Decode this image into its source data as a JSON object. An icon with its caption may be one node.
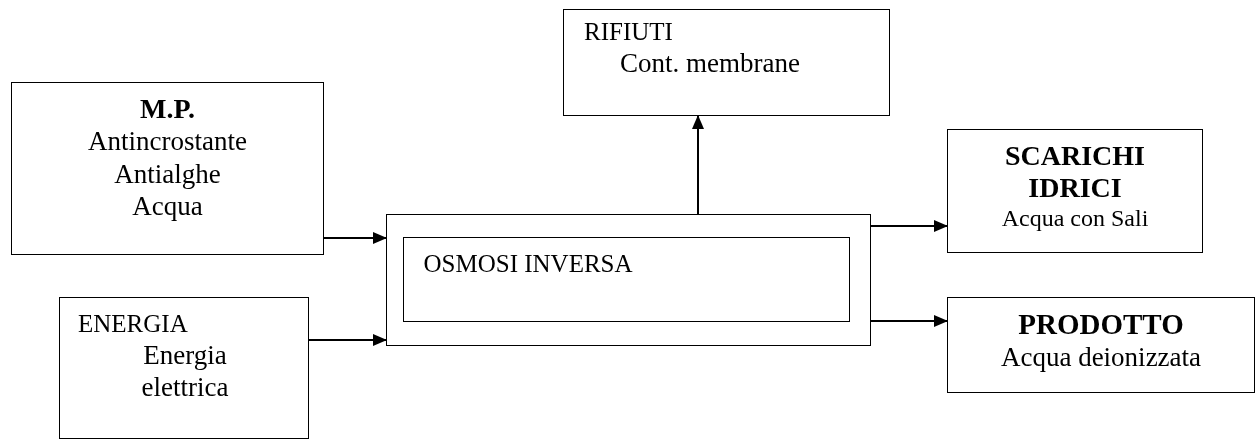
{
  "diagram": {
    "nodes": [
      {
        "text": [
          "M.P.",
          "Antincrostante Antialghe Acqua"
        ]
      },
      {
        "text": [
          "ENERGIA",
          "Energia elettrica"
        ]
      },
      {
        "text": [],
        "shape": "box"
      },
      {
        "text": [
          "OSMOSI INVERSA"
        ],
        "in": 2
      },
      {
        "text": [
          "RIFIUTI",
          "Cont. membrane"
        ]
      },
      {
        "text": [
          "SCARICHI IDRICI",
          "Acqua con Sali"
        ]
      },
      {
        "text": [
          "PRODOTTO",
          "Acqua deionizzata"
        ]
      }
    ],
    "edges": [
      {
        "from": 0,
        "to": 2,
        "arrow": "to"
      },
      {
        "from": 1,
        "to": 2,
        "arrow": "to"
      },
      {
        "from": 2,
        "to": 4,
        "arrow": "to"
      },
      {
        "from": 2,
        "to": 5,
        "arrow": "to"
      },
      {
        "from": 2,
        "to": 6,
        "arrow": "to"
      }
    ]
  }
}
